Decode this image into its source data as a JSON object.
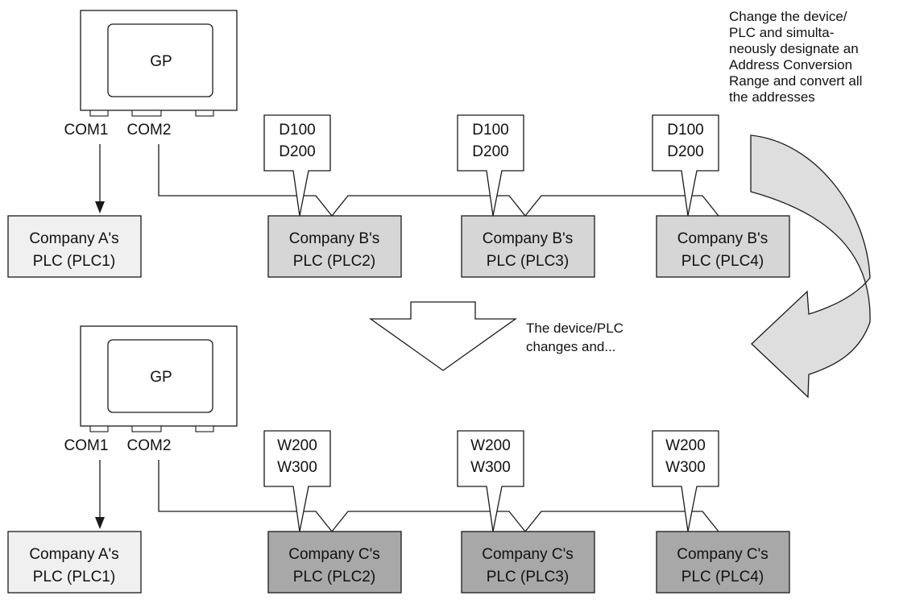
{
  "colors": {
    "stroke": "#1a1a1a",
    "plc_a_fill": "#f0f0f0",
    "plc_b_fill": "#d6d6d6",
    "plc_c_fill": "#a8a8a8",
    "curved_arrow_fill": "#dedede"
  },
  "top": {
    "gp_label": "GP",
    "com1": "COM1",
    "com2": "COM2",
    "plc_a": {
      "line1": "Company A's",
      "line2": "PLC (PLC1)"
    },
    "plcs": [
      {
        "line1": "Company B's",
        "line2": "PLC (PLC2)",
        "addr1": "D100",
        "addr2": "D200"
      },
      {
        "line1": "Company B's",
        "line2": "PLC (PLC3)",
        "addr1": "D100",
        "addr2": "D200"
      },
      {
        "line1": "Company B's",
        "line2": "PLC (PLC4)",
        "addr1": "D100",
        "addr2": "D200"
      }
    ]
  },
  "bottom": {
    "gp_label": "GP",
    "com1": "COM1",
    "com2": "COM2",
    "plc_a": {
      "line1": "Company A's",
      "line2": "PLC (PLC1)"
    },
    "plcs": [
      {
        "line1": "Company C's",
        "line2": "PLC (PLC2)",
        "addr1": "W200",
        "addr2": "W300"
      },
      {
        "line1": "Company C's",
        "line2": "PLC (PLC3)",
        "addr1": "W200",
        "addr2": "W300"
      },
      {
        "line1": "Company C's",
        "line2": "PLC (PLC4)",
        "addr1": "W200",
        "addr2": "W300"
      }
    ]
  },
  "notes": {
    "change_note": [
      "Change the device/",
      "PLC and simulta-",
      "neously designate an",
      "Address Conversion",
      "Range and convert all",
      "the addresses"
    ],
    "result_note": [
      "The device/PLC",
      "changes and..."
    ]
  }
}
